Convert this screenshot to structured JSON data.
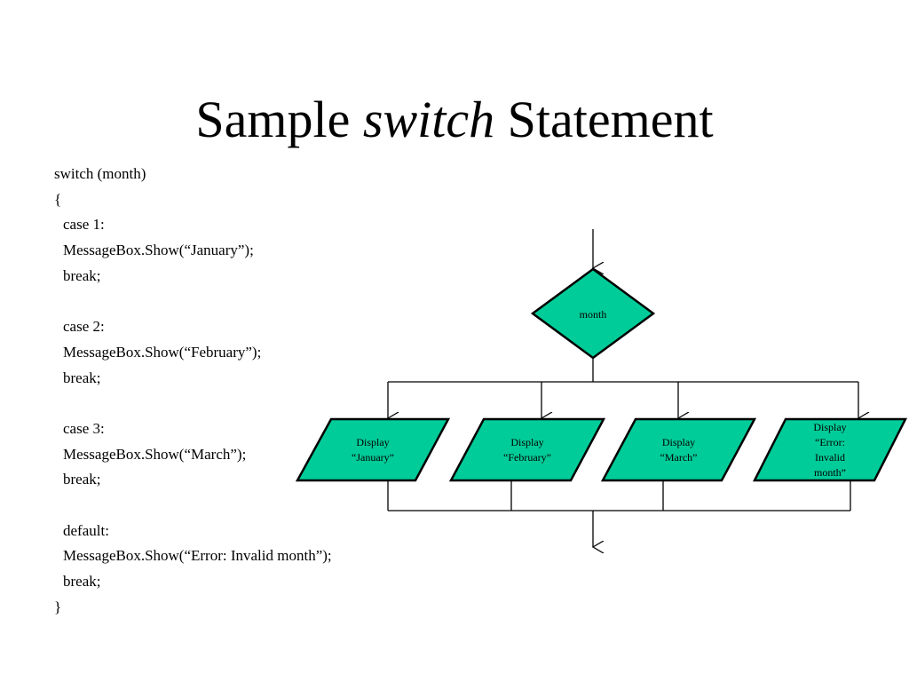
{
  "title": {
    "before": "Sample ",
    "italic": "switch",
    "after": " Statement"
  },
  "code_lines": [
    {
      "text": "switch (month)",
      "indent": false
    },
    {
      "text": "{",
      "indent": false
    },
    {
      "text": "case 1:",
      "indent": true
    },
    {
      "text": "MessageBox.Show(“January”);",
      "indent": true
    },
    {
      "text": "break;",
      "indent": true
    },
    {
      "text": "",
      "indent": true
    },
    {
      "text": "case 2:",
      "indent": true
    },
    {
      "text": "MessageBox.Show(“February”);",
      "indent": true
    },
    {
      "text": "break;",
      "indent": true
    },
    {
      "text": "",
      "indent": true
    },
    {
      "text": "case 3:",
      "indent": true
    },
    {
      "text": "MessageBox.Show(“March”);",
      "indent": true
    },
    {
      "text": "break;",
      "indent": true
    },
    {
      "text": "",
      "indent": true
    },
    {
      "text": "default:",
      "indent": true
    },
    {
      "text": "MessageBox.Show(“Error: Invalid month”);",
      "indent": true
    },
    {
      "text": "break;",
      "indent": true
    },
    {
      "text": "}",
      "indent": false
    }
  ],
  "flowchart": {
    "decision_label": "month",
    "shape_fill": "#00cc99",
    "outputs": [
      {
        "lines": [
          "Display",
          "“January”"
        ]
      },
      {
        "lines": [
          "Display",
          "“February”"
        ]
      },
      {
        "lines": [
          "Display",
          "“March”"
        ]
      },
      {
        "lines": [
          "Display",
          "“Error:",
          "Invalid",
          "month”"
        ]
      }
    ]
  }
}
